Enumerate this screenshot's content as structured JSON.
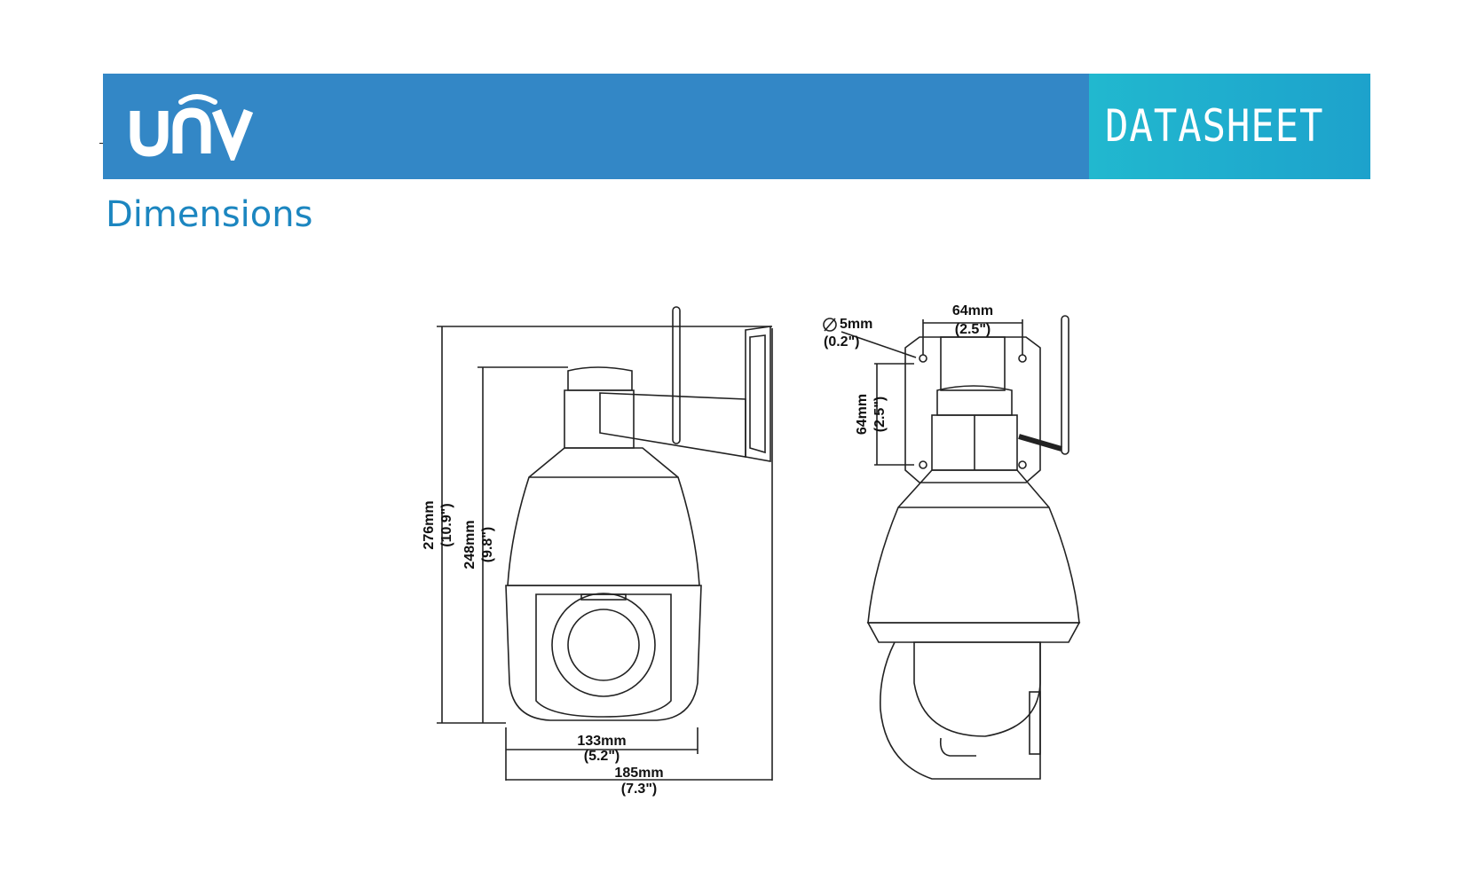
{
  "header": {
    "brand": "unv",
    "badge": "DATASHEET",
    "colors": {
      "bar": "#3387c6",
      "badge": "#1fb0cf",
      "title": "#1c86c0"
    }
  },
  "section": {
    "title": "Dimensions"
  },
  "drawing": {
    "side_view": {
      "height_total": "276mm",
      "height_total_in": "(10.9\")",
      "height_body": "248mm",
      "height_body_in": "(9.8\")",
      "width_body": "133mm",
      "width_body_in": "(5.2\")",
      "width_total": "185mm",
      "width_total_in": "(7.3\")"
    },
    "front_view": {
      "hole_diameter": "5mm",
      "hole_diameter_in": "(0.2\")",
      "hole_spacing_h": "64mm",
      "hole_spacing_h_in": "(2.5\")",
      "hole_spacing_v": "64mm",
      "hole_spacing_v_in": "(2.5\")"
    }
  }
}
